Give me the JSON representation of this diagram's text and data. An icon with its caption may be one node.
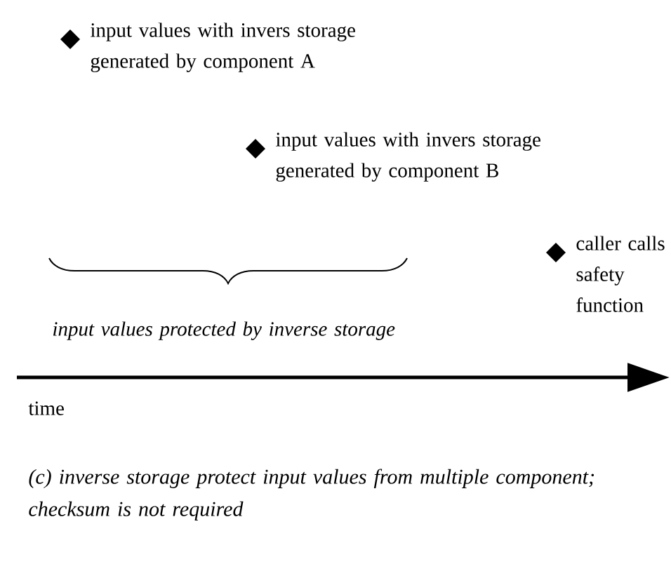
{
  "diagram": {
    "caption": "(c) inverse storage protect input values from multiple component; checksum is not required",
    "labels": [
      "input values with invers storage generated by component A",
      "input values with invers storage generated by component B",
      "caller calls safety function",
      "input values protected by inverse storage",
      "time"
    ]
  }
}
